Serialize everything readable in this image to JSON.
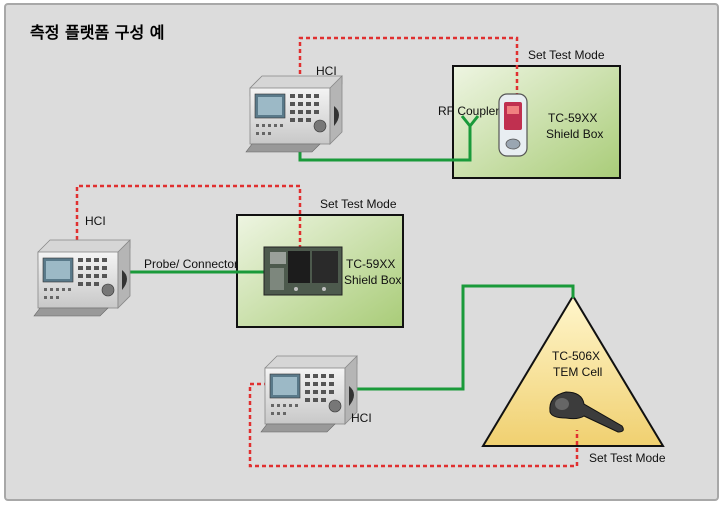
{
  "title": "측정 플랫폼 구성 예",
  "labels": {
    "hci": "HCI",
    "set_test_mode": "Set Test Mode",
    "rf_coupler": "RF Coupler",
    "probe_connector": "Probe/ Connector"
  },
  "shield_box_1": {
    "line1": "TC-59XX",
    "line2": "Shield Box"
  },
  "shield_box_2": {
    "line1": "TC-59XX",
    "line2": "Shield Box"
  },
  "tem_cell": {
    "line1": "TC-506X",
    "line2": "TEM Cell"
  },
  "colors": {
    "background": "#dcdcdc",
    "rf_line": "#1a9a3a",
    "control_line": "#e03030",
    "shield_box": "#c5dca0",
    "tem_cell": "#f2d880"
  },
  "icons": [
    "test-instrument-icon",
    "mobile-phone-icon",
    "circuit-board-icon",
    "bluetooth-headset-icon",
    "rf-coupler-antenna-icon"
  ]
}
